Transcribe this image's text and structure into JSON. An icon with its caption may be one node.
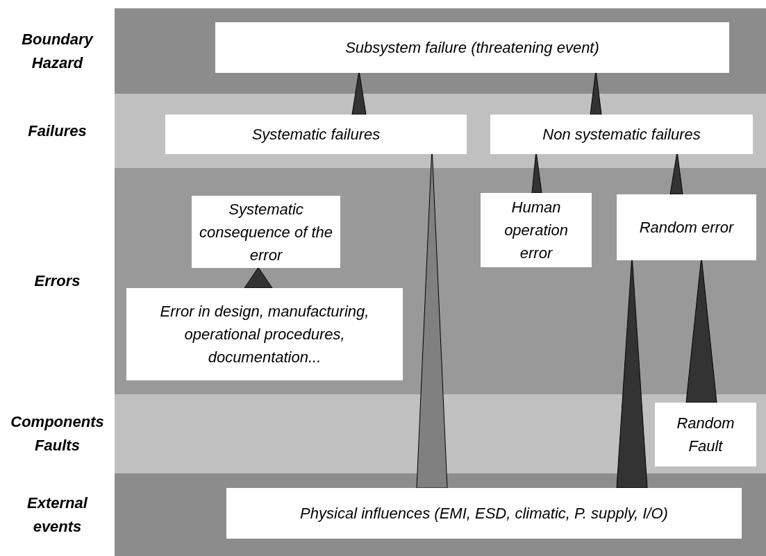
{
  "diagram": {
    "nodes": [
      {
        "text": [
          "Boundary Hazard"
        ]
      },
      {
        "text": [
          "Subsystem failure (threatening event)"
        ],
        "in": 0
      },
      {
        "text": [
          "Failures"
        ]
      },
      {
        "text": [
          "Systematic failures"
        ],
        "in": 2
      },
      {
        "text": [
          "Non systematic failures"
        ],
        "in": 2
      },
      {
        "text": [
          "Errors"
        ]
      },
      {
        "text": [
          "Systematic consequence of the error"
        ],
        "in": 5
      },
      {
        "text": [
          "Human operation error"
        ],
        "in": 5
      },
      {
        "text": [
          "Random error"
        ],
        "in": 5
      },
      {
        "text": [
          "Error in design, manufacturing, operational procedures, documentation..."
        ],
        "in": 5
      },
      {
        "text": [
          "Components Faults"
        ]
      },
      {
        "text": [
          "Random Fault"
        ],
        "in": 10
      },
      {
        "text": [
          "External events"
        ]
      },
      {
        "text": [
          "Physical influences (EMI, ESD, climatic, P. supply, I/O)"
        ],
        "in": 12
      }
    ],
    "edges": [
      {
        "from": 3,
        "to": 1,
        "arrow": "to"
      },
      {
        "from": 4,
        "to": 1,
        "arrow": "to"
      },
      {
        "from": 7,
        "to": 4,
        "arrow": "to"
      },
      {
        "from": 8,
        "to": 4,
        "arrow": "to"
      },
      {
        "from": 9,
        "to": 6,
        "arrow": "to"
      },
      {
        "from": 13,
        "to": 3,
        "arrow": "to",
        "color": "#808080"
      },
      {
        "from": 13,
        "to": 8,
        "arrow": "to"
      },
      {
        "from": 11,
        "to": 8,
        "arrow": "to"
      }
    ]
  }
}
